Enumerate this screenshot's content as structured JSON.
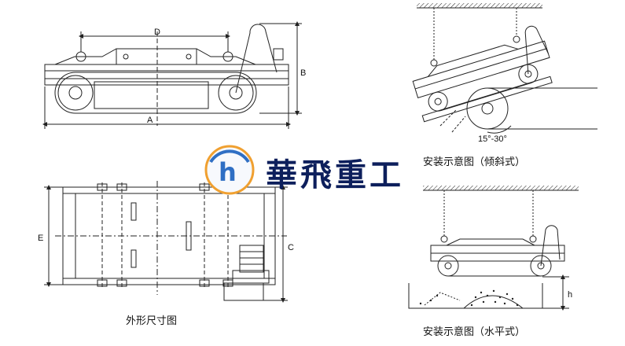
{
  "brand": {
    "logo_letter": "h",
    "logo_caption": "",
    "company_name": "華飛重工"
  },
  "dimensions": {
    "A": "A",
    "B": "B",
    "C": "C",
    "D": "D",
    "E": "E",
    "h": "h",
    "angle": "15°-30°"
  },
  "captions": {
    "outline": "外形尺寸图",
    "inclined": "安装示意图（倾斜式）",
    "horizontal": "安装示意图（水平式）"
  },
  "colors": {
    "line": "#222222",
    "logo_blue": "#2f6fc4",
    "logo_orange": "#f0a030",
    "brand_text": "#0d1f5c"
  }
}
